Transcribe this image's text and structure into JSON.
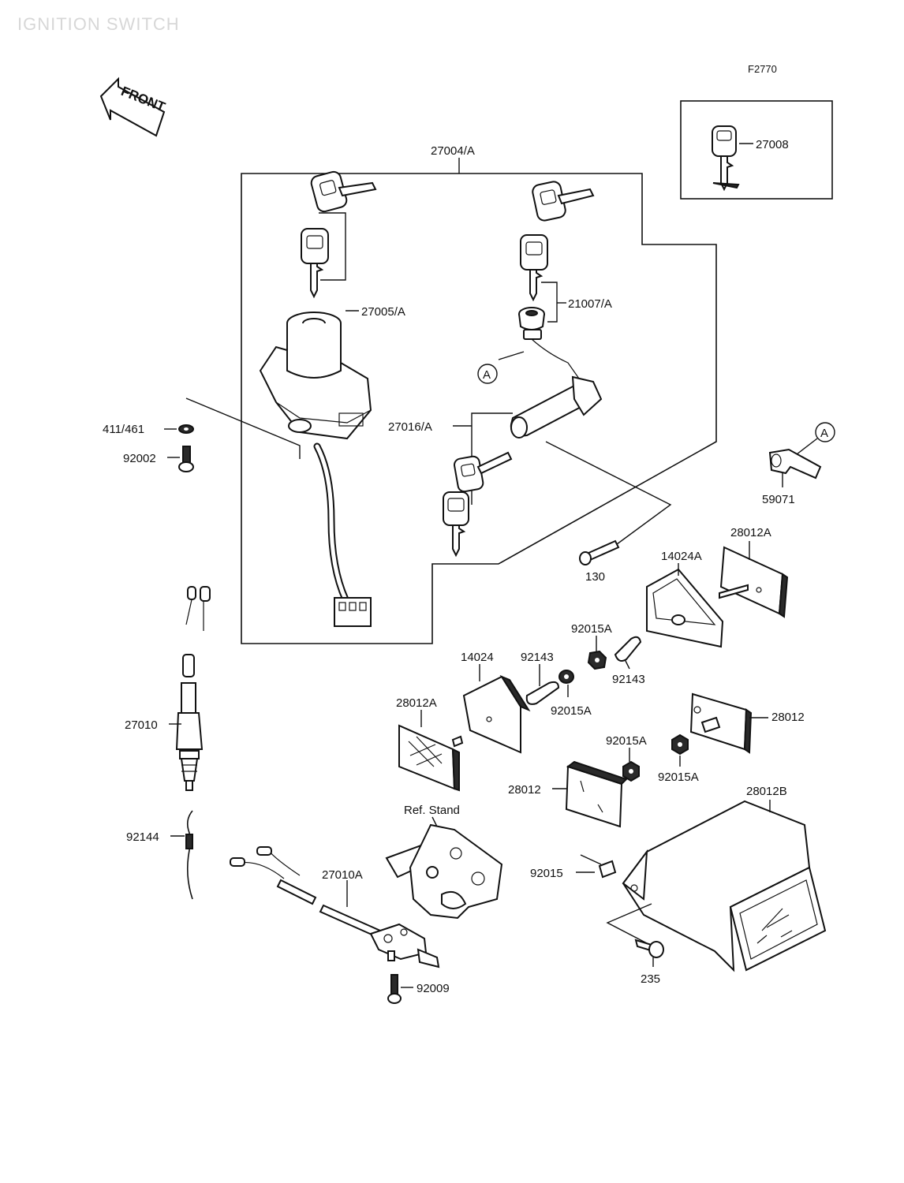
{
  "title": "IGNITION SWITCH",
  "figure_code": "F2770",
  "front_label": "FRONT",
  "callout_marker": "A",
  "parts": {
    "p27004": "27004/A",
    "p27008": "27008",
    "p27005": "27005/A",
    "p21007": "21007/A",
    "p411": "411/461",
    "p92002": "92002",
    "p27016": "27016/A",
    "p59071": "59071",
    "p130": "130",
    "p28012A_top": "28012A",
    "p14024A": "14024A",
    "p92015A_1": "92015A",
    "p14024": "14024",
    "p92143_1": "92143",
    "p92143_2": "92143",
    "p92015A_2": "92015A",
    "p28012A_left": "28012A",
    "p28012_right": "28012",
    "p27010": "27010",
    "p92015A_3": "92015A",
    "p92015A_4": "92015A",
    "p28012_mid": "28012",
    "p28012B": "28012B",
    "p_ref_stand": "Ref. Stand",
    "p92144": "92144",
    "p92015": "92015",
    "p27010A": "27010A",
    "p235": "235",
    "p92009": "92009"
  }
}
